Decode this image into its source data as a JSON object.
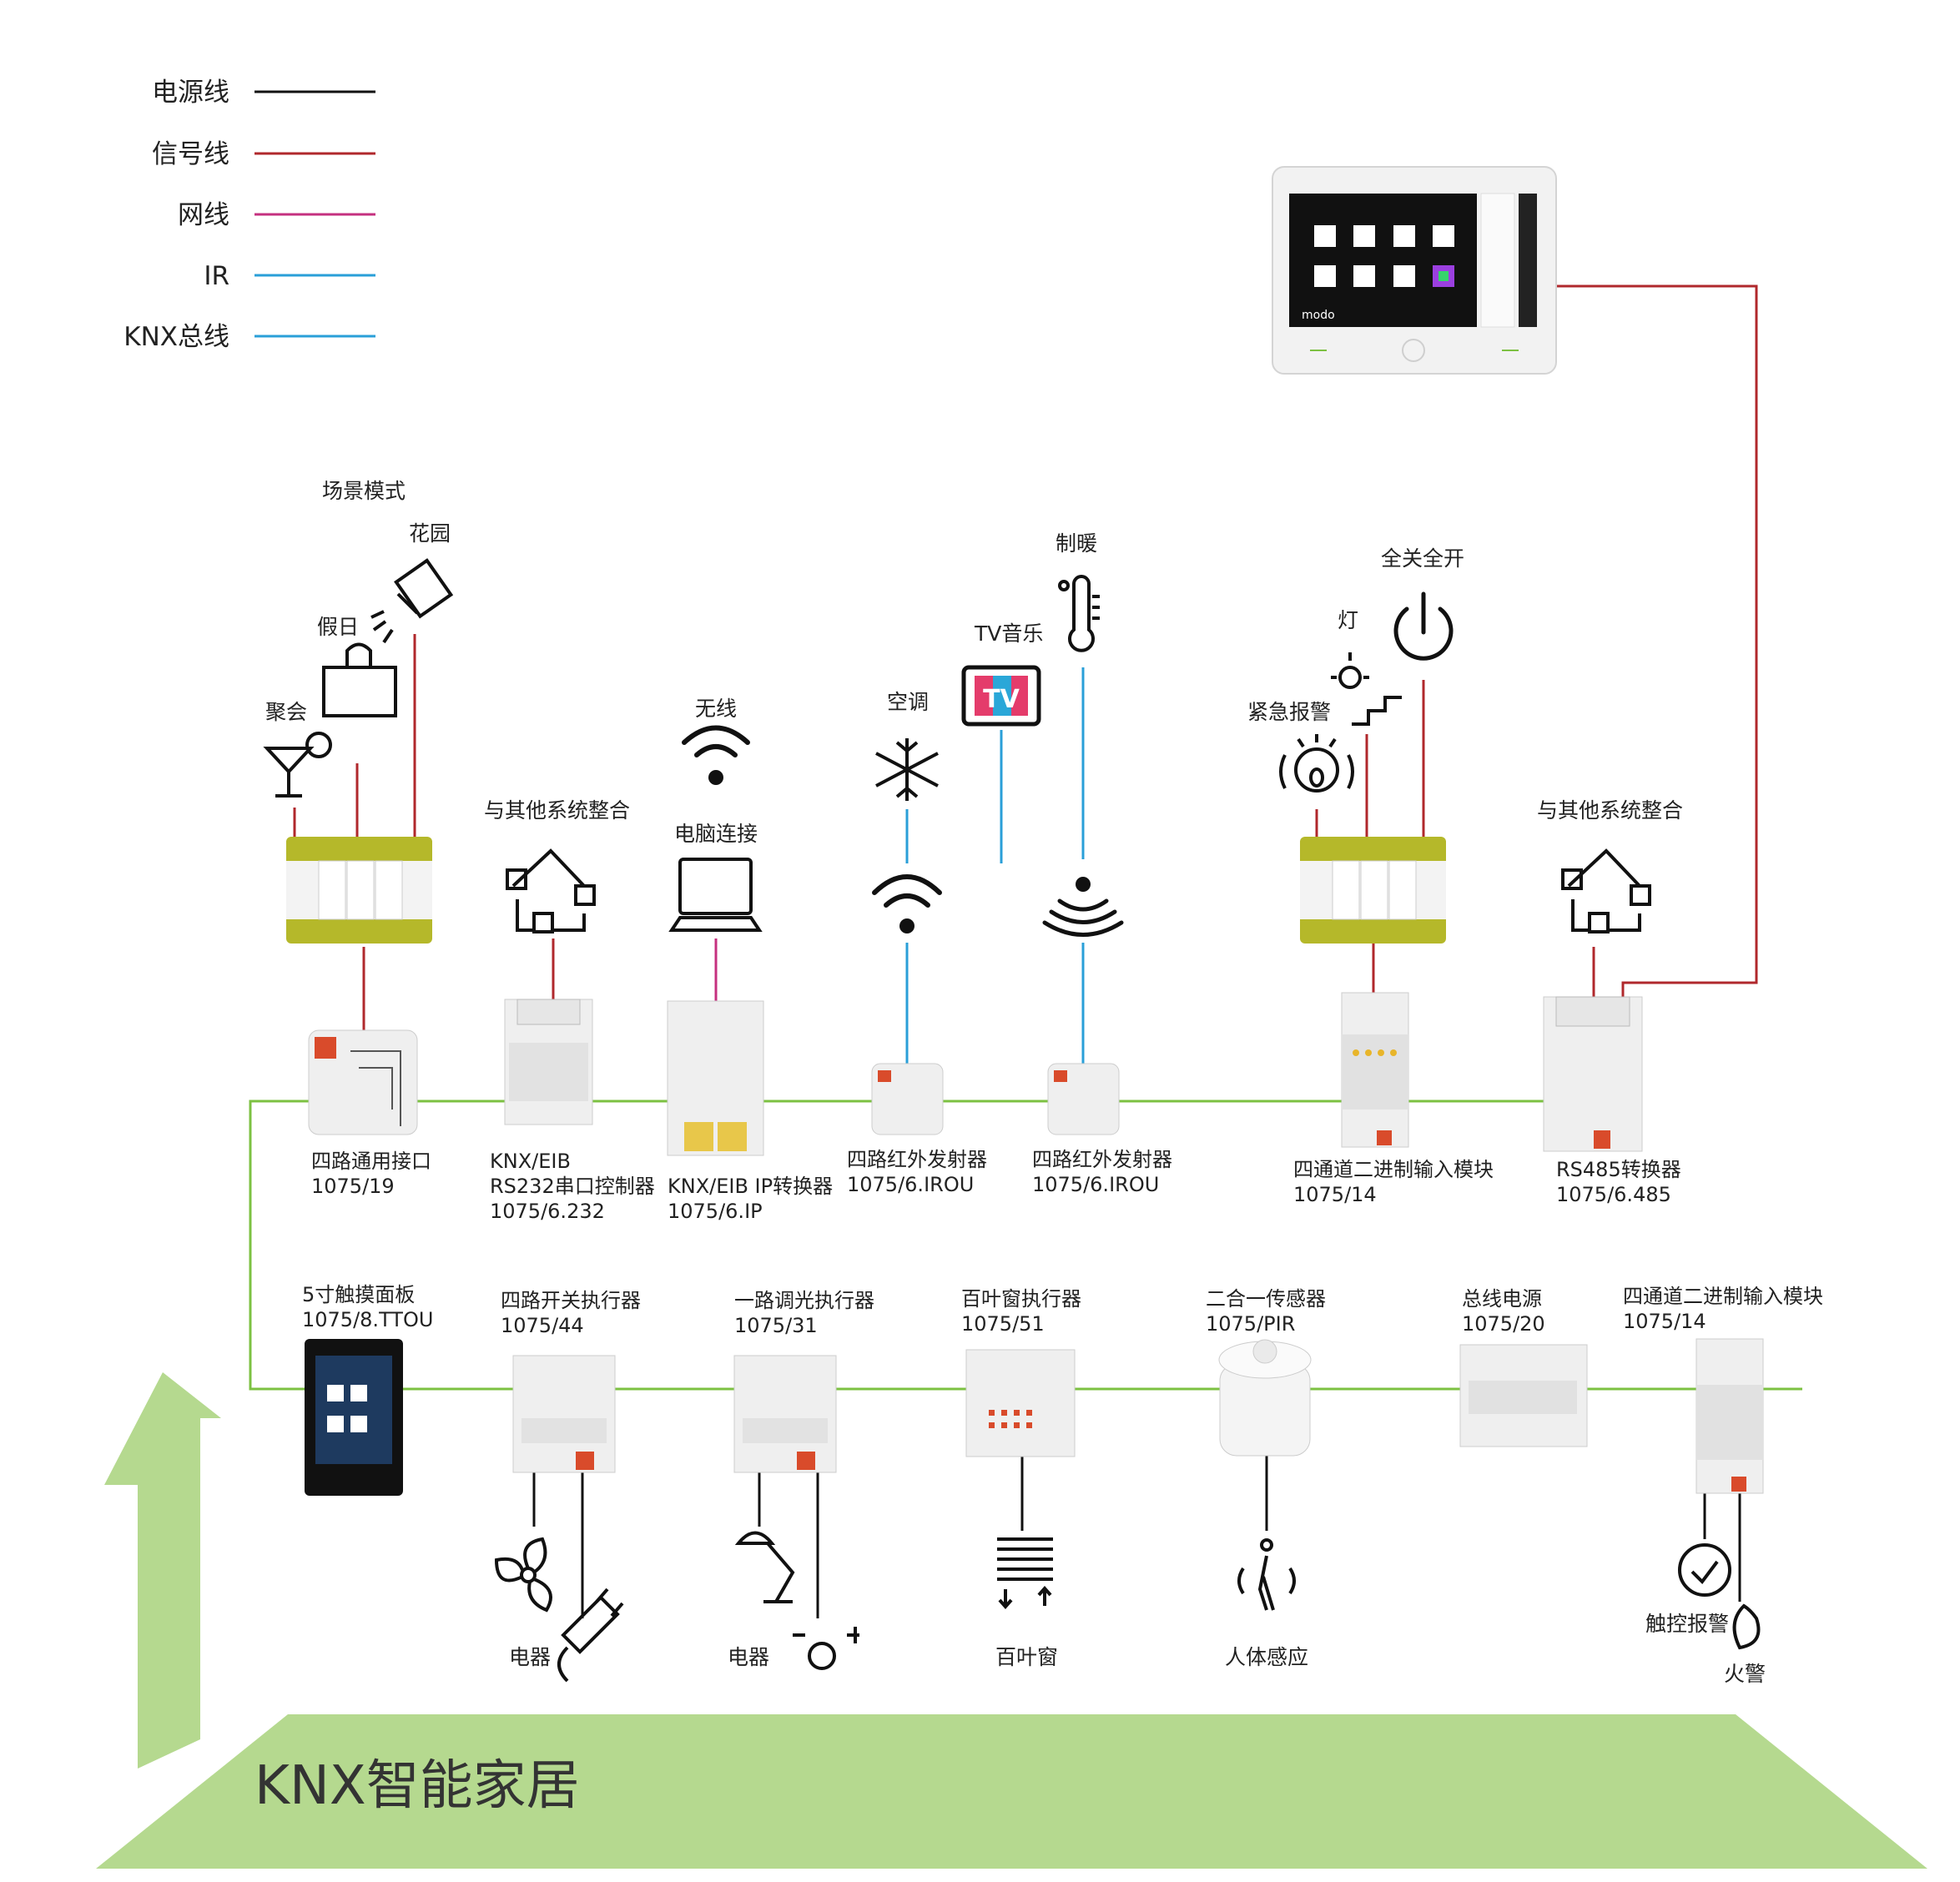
{
  "colors": {
    "power": "#111111",
    "signal": "#b0282c",
    "network": "#c5307f",
    "ir": "#2a9fd8",
    "knx_bus": "#2a9fd8",
    "bus_line": "#7cc142",
    "accent_green": "#b5d98f",
    "switch_frame": "#b5b82a"
  },
  "legend": [
    {
      "label": "电源线",
      "color_key": "power"
    },
    {
      "label": "信号线",
      "color_key": "signal"
    },
    {
      "label": "网线",
      "color_key": "network"
    },
    {
      "label": "IR",
      "color_key": "ir"
    },
    {
      "label": "KNX总线",
      "color_key": "knx_bus"
    }
  ],
  "top_icons": {
    "scene_mode": "场景模式",
    "garden": "花园",
    "holiday": "假日",
    "party": "聚会",
    "integrate_left": "与其他系统整合",
    "wireless": "无线",
    "pc_connection": "电脑连接",
    "aircon": "空调",
    "tv_music": "TV音乐",
    "heating": "制暖",
    "all_on_off": "全关全开",
    "light": "灯",
    "emergency_alarm": "紧急报警",
    "integrate_right": "与其他系统整合"
  },
  "panel": {
    "brand": "modo"
  },
  "tv_badge": "TV",
  "upper_devices": [
    {
      "name": "四路通用接口",
      "code": "1075/19"
    },
    {
      "name": "KNX/EIB\nRS232串口控制器",
      "code": "1075/6.232"
    },
    {
      "name": "KNX/EIB IP转换器",
      "code": "1075/6.IP"
    },
    {
      "name": "四路红外发射器",
      "code": "1075/6.IROU"
    },
    {
      "name": "四路红外发射器",
      "code": "1075/6.IROU"
    },
    {
      "name": "四通道二进制输入模块",
      "code": "1075/14"
    },
    {
      "name": "RS485转换器",
      "code": "1075/6.485"
    }
  ],
  "lower_devices": [
    {
      "name": "5寸触摸面板",
      "code": "1075/8.TTOU"
    },
    {
      "name": "四路开关执行器",
      "code": "1075/44"
    },
    {
      "name": "一路调光执行器",
      "code": "1075/31"
    },
    {
      "name": "百叶窗执行器",
      "code": "1075/51"
    },
    {
      "name": "二合一传感器",
      "code": "1075/PIR"
    },
    {
      "name": "总线电源",
      "code": "1075/20"
    },
    {
      "name": "四通道二进制输入模块",
      "code": "1075/14"
    }
  ],
  "bottom_labels": {
    "appliance_1": "电器",
    "appliance_2": "电器",
    "blinds": "百叶窗",
    "presence": "人体感应",
    "touch_alarm": "触控报警",
    "fire_alarm": "火警"
  },
  "footer_title": "KNX智能家居"
}
